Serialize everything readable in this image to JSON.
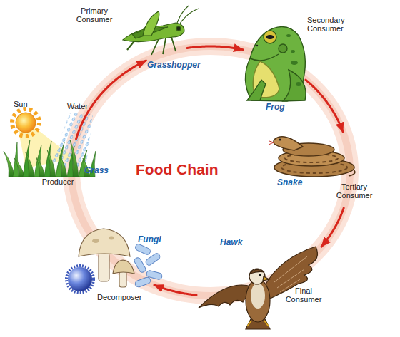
{
  "diagram": {
    "title": "Food Chain",
    "nodes": [
      {
        "text": [
          "Grass",
          "Producer"
        ]
      },
      {
        "text": [
          "Primary Consumer",
          "Grasshopper"
        ]
      },
      {
        "text": [
          "Secondary Consumer",
          "Frog"
        ]
      },
      {
        "text": [
          "Snake",
          "Tertiary Consumer"
        ]
      },
      {
        "text": [
          "Hawk",
          "Final Consumer"
        ]
      },
      {
        "text": [
          "Fungi",
          "Decomposer"
        ]
      }
    ],
    "edges": [
      {
        "from": 0,
        "to": 1,
        "arrow": "to"
      },
      {
        "from": 1,
        "to": 2,
        "arrow": "to"
      },
      {
        "from": 2,
        "to": 3,
        "arrow": "to"
      },
      {
        "from": 3,
        "to": 4,
        "arrow": "to"
      },
      {
        "from": 4,
        "to": 5,
        "arrow": "to"
      }
    ],
    "labels": [
      "Sun",
      "Water"
    ]
  }
}
